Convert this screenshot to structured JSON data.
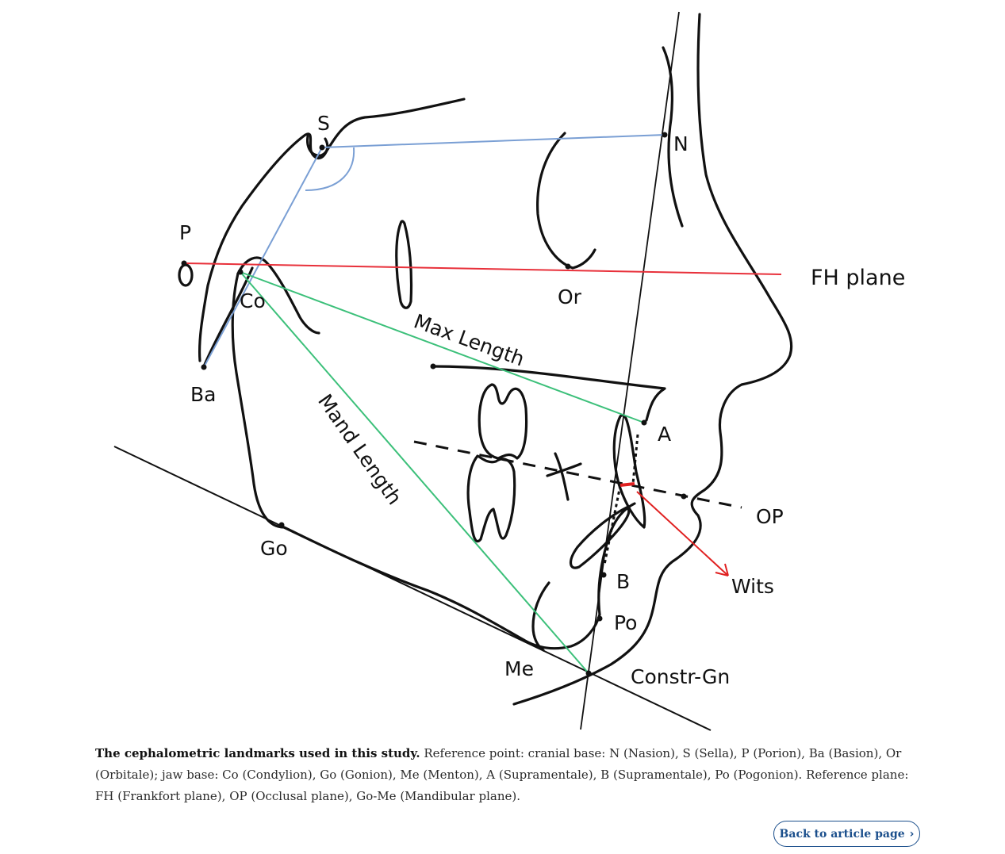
{
  "figure": {
    "labels": {
      "S": "S",
      "N": "N",
      "P": "P",
      "Or": "Or",
      "Co": "Co",
      "Ba": "Ba",
      "Go": "Go",
      "Me": "Me",
      "A": "A",
      "B": "B",
      "Po": "Po",
      "Constr_Gn": "Constr-Gn",
      "FH_plane": "FH plane",
      "OP": "OP",
      "Wits": "Wits",
      "Max_Length": "Max Length",
      "Mand_Length": "Mand Length"
    },
    "colors": {
      "outline": "#111111",
      "sn_line": "#7a9fd4",
      "fh_line": "#e8303a",
      "length_lines": "#3cc07a",
      "wits_arrow": "#e02020"
    }
  },
  "caption": {
    "title": "The cephalometric landmarks used in this study.",
    "text": " Reference point: cranial base: N (Nasion), S (Sella), P (Porion), Ba (Basion), Or (Orbitale); jaw base: Co (Condylion), Go (Gonion), Me (Menton), A (Supramentale), B (Supramentale), Po (Pogonion). Reference plane: FH (Frankfort plane), OP (Occlusal plane), Go-Me (Mandibular plane)."
  },
  "back_button": {
    "label": "Back to article page",
    "chevron": "›"
  }
}
